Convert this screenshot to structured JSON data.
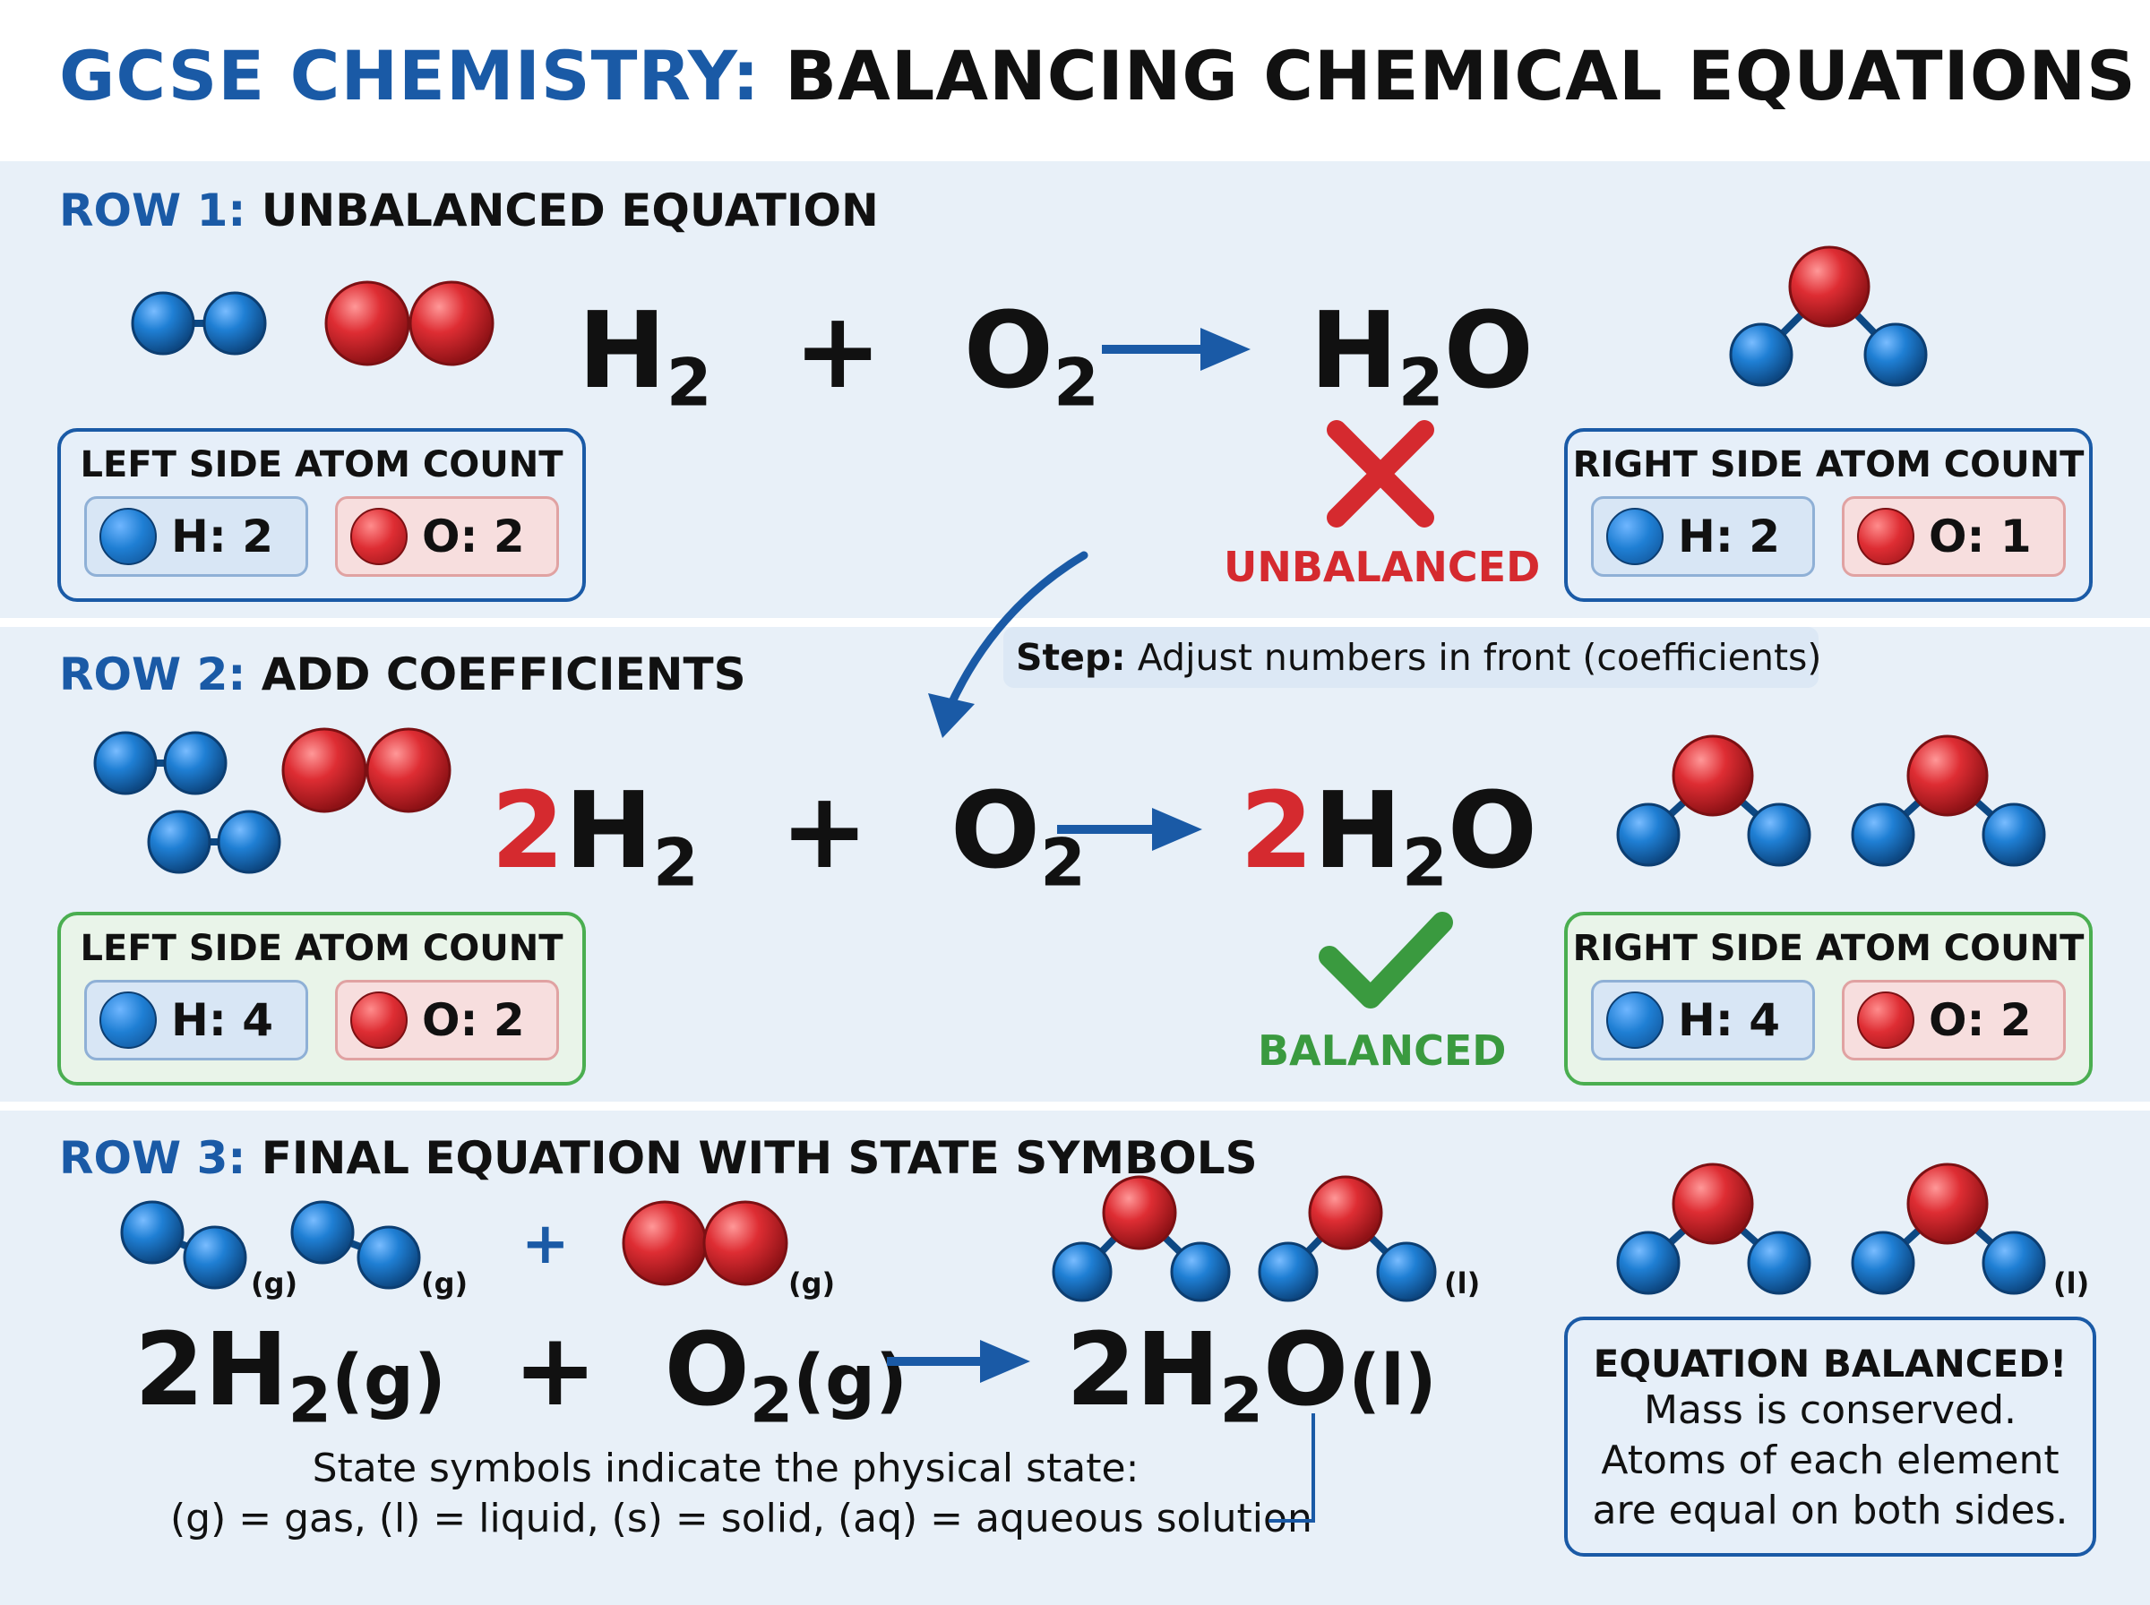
{
  "title": {
    "part1": "GCSE CHEMISTRY:",
    "part2": "BALANCING CHEMICAL EQUATIONS"
  },
  "row1": {
    "label": "ROW 1:",
    "heading": "UNBALANCED EQUATION",
    "eq": {
      "r1": "H",
      "r1_sub": "2",
      "plus": "+",
      "r2": "O",
      "r2_sub": "2",
      "p1a": "H",
      "p1_sub": "2",
      "p1b": "O"
    },
    "left_count": {
      "title": "LEFT SIDE ATOM COUNT",
      "h": "H: 2",
      "o": "O: 2"
    },
    "right_count": {
      "title": "RIGHT SIDE ATOM COUNT",
      "h": "H: 2",
      "o": "O: 1"
    },
    "status": "UNBALANCED"
  },
  "row2": {
    "label": "ROW 2:",
    "heading": "ADD COEFFICIENTS",
    "step_label": "Step:",
    "step_text": "Adjust numbers in front (coefficients)",
    "eq": {
      "c1": "2",
      "r1": "H",
      "r1_sub": "2",
      "plus": "+",
      "r2": "O",
      "r2_sub": "2",
      "c2": "2",
      "p1a": "H",
      "p1_sub": "2",
      "p1b": "O"
    },
    "left_count": {
      "title": "LEFT SIDE ATOM COUNT",
      "h": "H: 4",
      "o": "O: 2"
    },
    "right_count": {
      "title": "RIGHT SIDE ATOM COUNT",
      "h": "H: 4",
      "o": "O: 2"
    },
    "status": "BALANCED"
  },
  "row3": {
    "label": "ROW 3:",
    "heading": "FINAL EQUATION WITH STATE SYMBOLS",
    "eq": {
      "r1": "2H",
      "r1_sub": "2",
      "r1_state": "(g)",
      "plus": "+",
      "r2": "O",
      "r2_sub": "2",
      "r2_state": "(g)",
      "p1a": "2H",
      "p1_sub": "2",
      "p1b": "O",
      "p1_state": "(l)"
    },
    "mol_states": {
      "g1": "(g)",
      "g2": "(g)",
      "plus": "+",
      "g3": "(g)",
      "l1": "(l)",
      "l2": "(l)"
    },
    "note_line1": "State symbols indicate the physical state:",
    "note_line2": "(g) = gas, (l) = liquid, (s) = solid, (aq) = aqueous solution",
    "box": {
      "title": "EQUATION BALANCED!",
      "l1": "Mass is conserved.",
      "l2": "Atoms of each element",
      "l3": "are equal on both sides."
    }
  },
  "colors": {
    "blue": "#1a5aa6",
    "red": "#d52a2f",
    "green": "#3a9a3f",
    "hydrogen": "#1f7fd4",
    "oxygen": "#de2d33"
  }
}
